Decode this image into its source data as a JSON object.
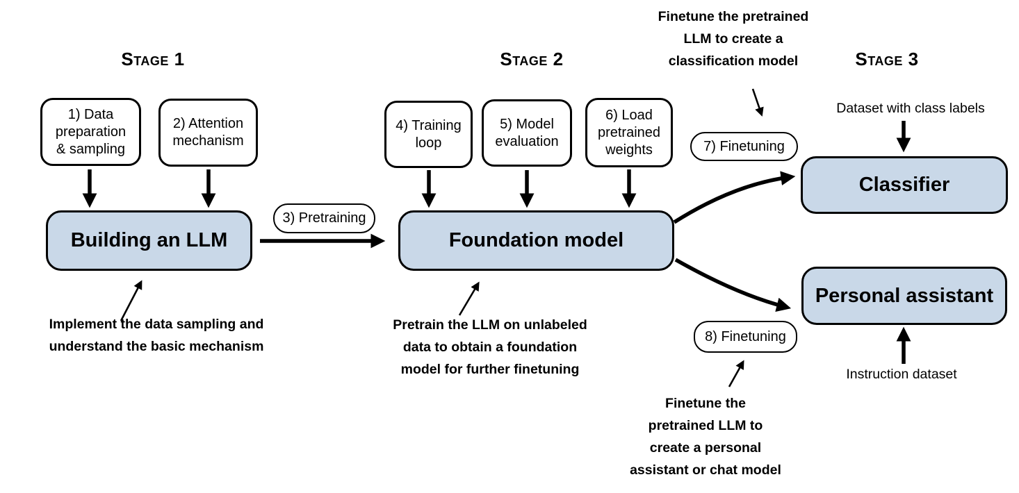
{
  "colors": {
    "box_fill": "#c9d8e8",
    "stroke": "#000000",
    "background": "#ffffff"
  },
  "stage1": {
    "title": "Stage 1",
    "steps": [
      {
        "label": "1) Data\npreparation\n& sampling"
      },
      {
        "label": "2) Attention\nmechanism"
      }
    ],
    "main_box": "Building an LLM",
    "annotation": "Implement the data sampling and\nunderstand the basic mechanism"
  },
  "stage2": {
    "title": "Stage 2",
    "transition_pill": "3) Pretraining",
    "steps": [
      {
        "label": "4) Training\nloop"
      },
      {
        "label": "5) Model\nevaluation"
      },
      {
        "label": "6) Load\npretrained\nweights"
      }
    ],
    "main_box": "Foundation model",
    "annotation": "Pretrain the LLM on unlabeled\ndata to obtain a foundation\nmodel for further finetuning"
  },
  "stage3": {
    "title": "Stage 3",
    "finetuning_classifier_pill": "7) Finetuning",
    "finetuning_assistant_pill": "8) Finetuning",
    "classifier_box": "Classifier",
    "assistant_box": "Personal assistant",
    "classifier_input_label": "Dataset with class labels",
    "assistant_input_label": "Instruction dataset",
    "classifier_annotation": "Finetune the pretrained\nLLM to create a\nclassification model",
    "assistant_annotation": "Finetune the\npretrained LLM to\ncreate a personal\nassistant or chat model"
  }
}
